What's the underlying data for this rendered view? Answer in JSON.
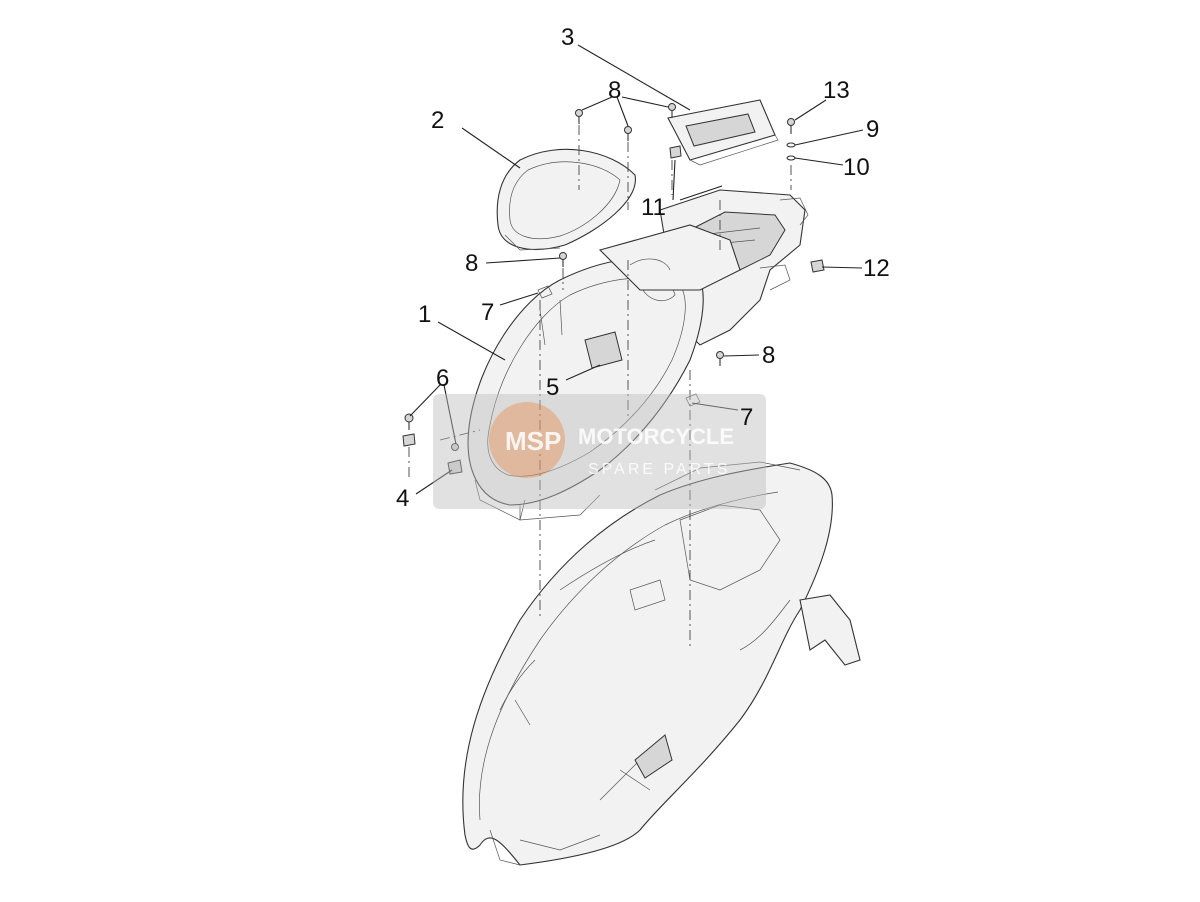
{
  "callouts": [
    {
      "id": "1",
      "label": "1"
    },
    {
      "id": "2",
      "label": "2"
    },
    {
      "id": "3",
      "label": "3"
    },
    {
      "id": "4",
      "label": "4"
    },
    {
      "id": "5",
      "label": "5"
    },
    {
      "id": "6",
      "label": "6"
    },
    {
      "id": "7a",
      "label": "7"
    },
    {
      "id": "7b",
      "label": "7"
    },
    {
      "id": "8a",
      "label": "8"
    },
    {
      "id": "8b",
      "label": "8"
    },
    {
      "id": "8c",
      "label": "8"
    },
    {
      "id": "9",
      "label": "9"
    },
    {
      "id": "10",
      "label": "10"
    },
    {
      "id": "11",
      "label": "11"
    },
    {
      "id": "12",
      "label": "12"
    },
    {
      "id": "13",
      "label": "13"
    }
  ],
  "watermark": {
    "brand": "MOTORCYCLE",
    "tagline": "SPARE PARTS",
    "logo_letters": "MSP"
  },
  "colors": {
    "line": "#333333",
    "watermark_box": "#bdbdbd",
    "watermark_logo": "#e8782a"
  }
}
